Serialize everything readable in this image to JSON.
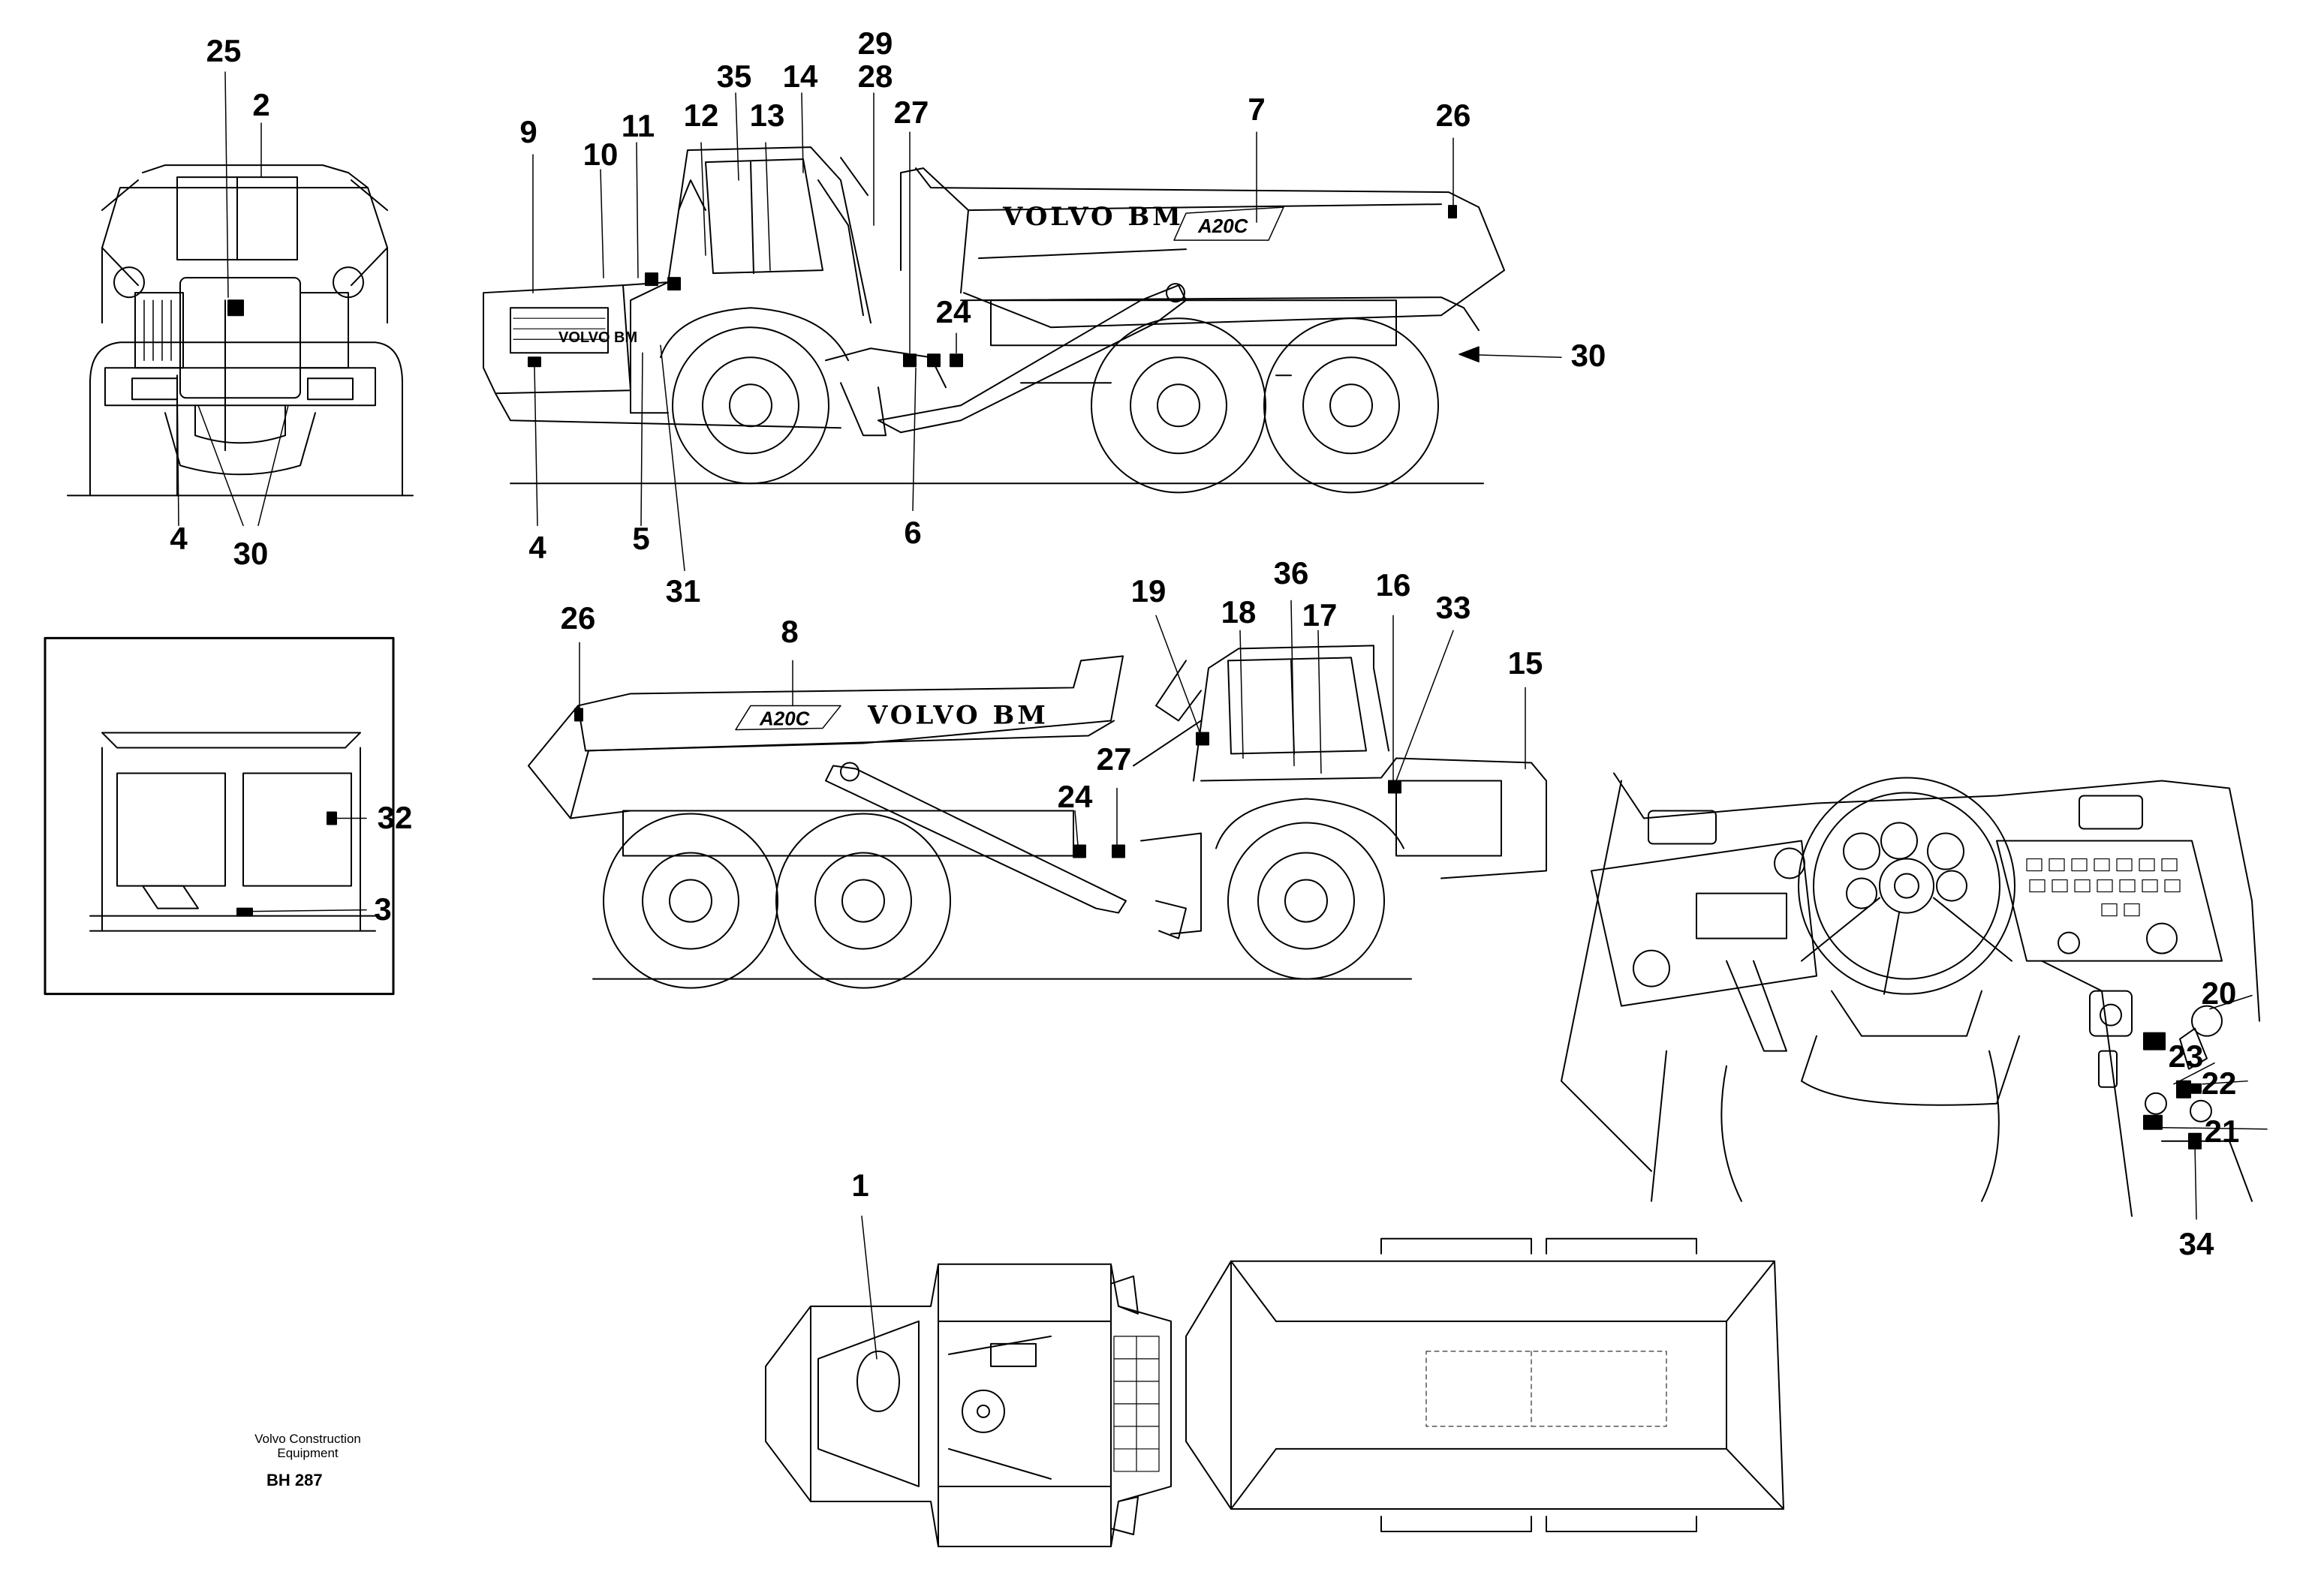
{
  "callouts": [
    {
      "id": "c25a",
      "text": "25"
    },
    {
      "id": "c2",
      "text": "2"
    },
    {
      "id": "c4a",
      "text": "4"
    },
    {
      "id": "c30a",
      "text": "30"
    },
    {
      "id": "c9",
      "text": "9"
    },
    {
      "id": "c10",
      "text": "10"
    },
    {
      "id": "c11",
      "text": "11"
    },
    {
      "id": "c12",
      "text": "12"
    },
    {
      "id": "c35",
      "text": "35"
    },
    {
      "id": "c13",
      "text": "13"
    },
    {
      "id": "c14",
      "text": "14"
    },
    {
      "id": "c29",
      "text": "29"
    },
    {
      "id": "c28",
      "text": "28"
    },
    {
      "id": "c27a",
      "text": "27"
    },
    {
      "id": "c7",
      "text": "7"
    },
    {
      "id": "c26a",
      "text": "26"
    },
    {
      "id": "c24a",
      "text": "24"
    },
    {
      "id": "c30b",
      "text": "30"
    },
    {
      "id": "c4b",
      "text": "4"
    },
    {
      "id": "c5",
      "text": "5"
    },
    {
      "id": "c6",
      "text": "6"
    },
    {
      "id": "c31",
      "text": "31"
    },
    {
      "id": "c26b",
      "text": "26"
    },
    {
      "id": "c8",
      "text": "8"
    },
    {
      "id": "c19",
      "text": "19"
    },
    {
      "id": "c18",
      "text": "18"
    },
    {
      "id": "c36",
      "text": "36"
    },
    {
      "id": "c17",
      "text": "17"
    },
    {
      "id": "c16",
      "text": "16"
    },
    {
      "id": "c33",
      "text": "33"
    },
    {
      "id": "c15",
      "text": "15"
    },
    {
      "id": "c24b",
      "text": "24"
    },
    {
      "id": "c27b",
      "text": "27"
    },
    {
      "id": "c32",
      "text": "32"
    },
    {
      "id": "c3",
      "text": "3"
    },
    {
      "id": "c20",
      "text": "20"
    },
    {
      "id": "c23",
      "text": "23"
    },
    {
      "id": "c22",
      "text": "22"
    },
    {
      "id": "c21",
      "text": "21"
    },
    {
      "id": "c34",
      "text": "34"
    },
    {
      "id": "c1",
      "text": "1"
    }
  ],
  "decals": {
    "brand_side_1": "VOLVO BM",
    "model_side_1": "A20C",
    "brand_side_2": "VOLVO BM",
    "model_side_2": "A20C",
    "hood_brand": "VOLVO BM"
  },
  "footer": {
    "manufacturer_line1": "Volvo Construction",
    "manufacturer_line2": "Equipment",
    "drawing_code": "BH 287"
  }
}
